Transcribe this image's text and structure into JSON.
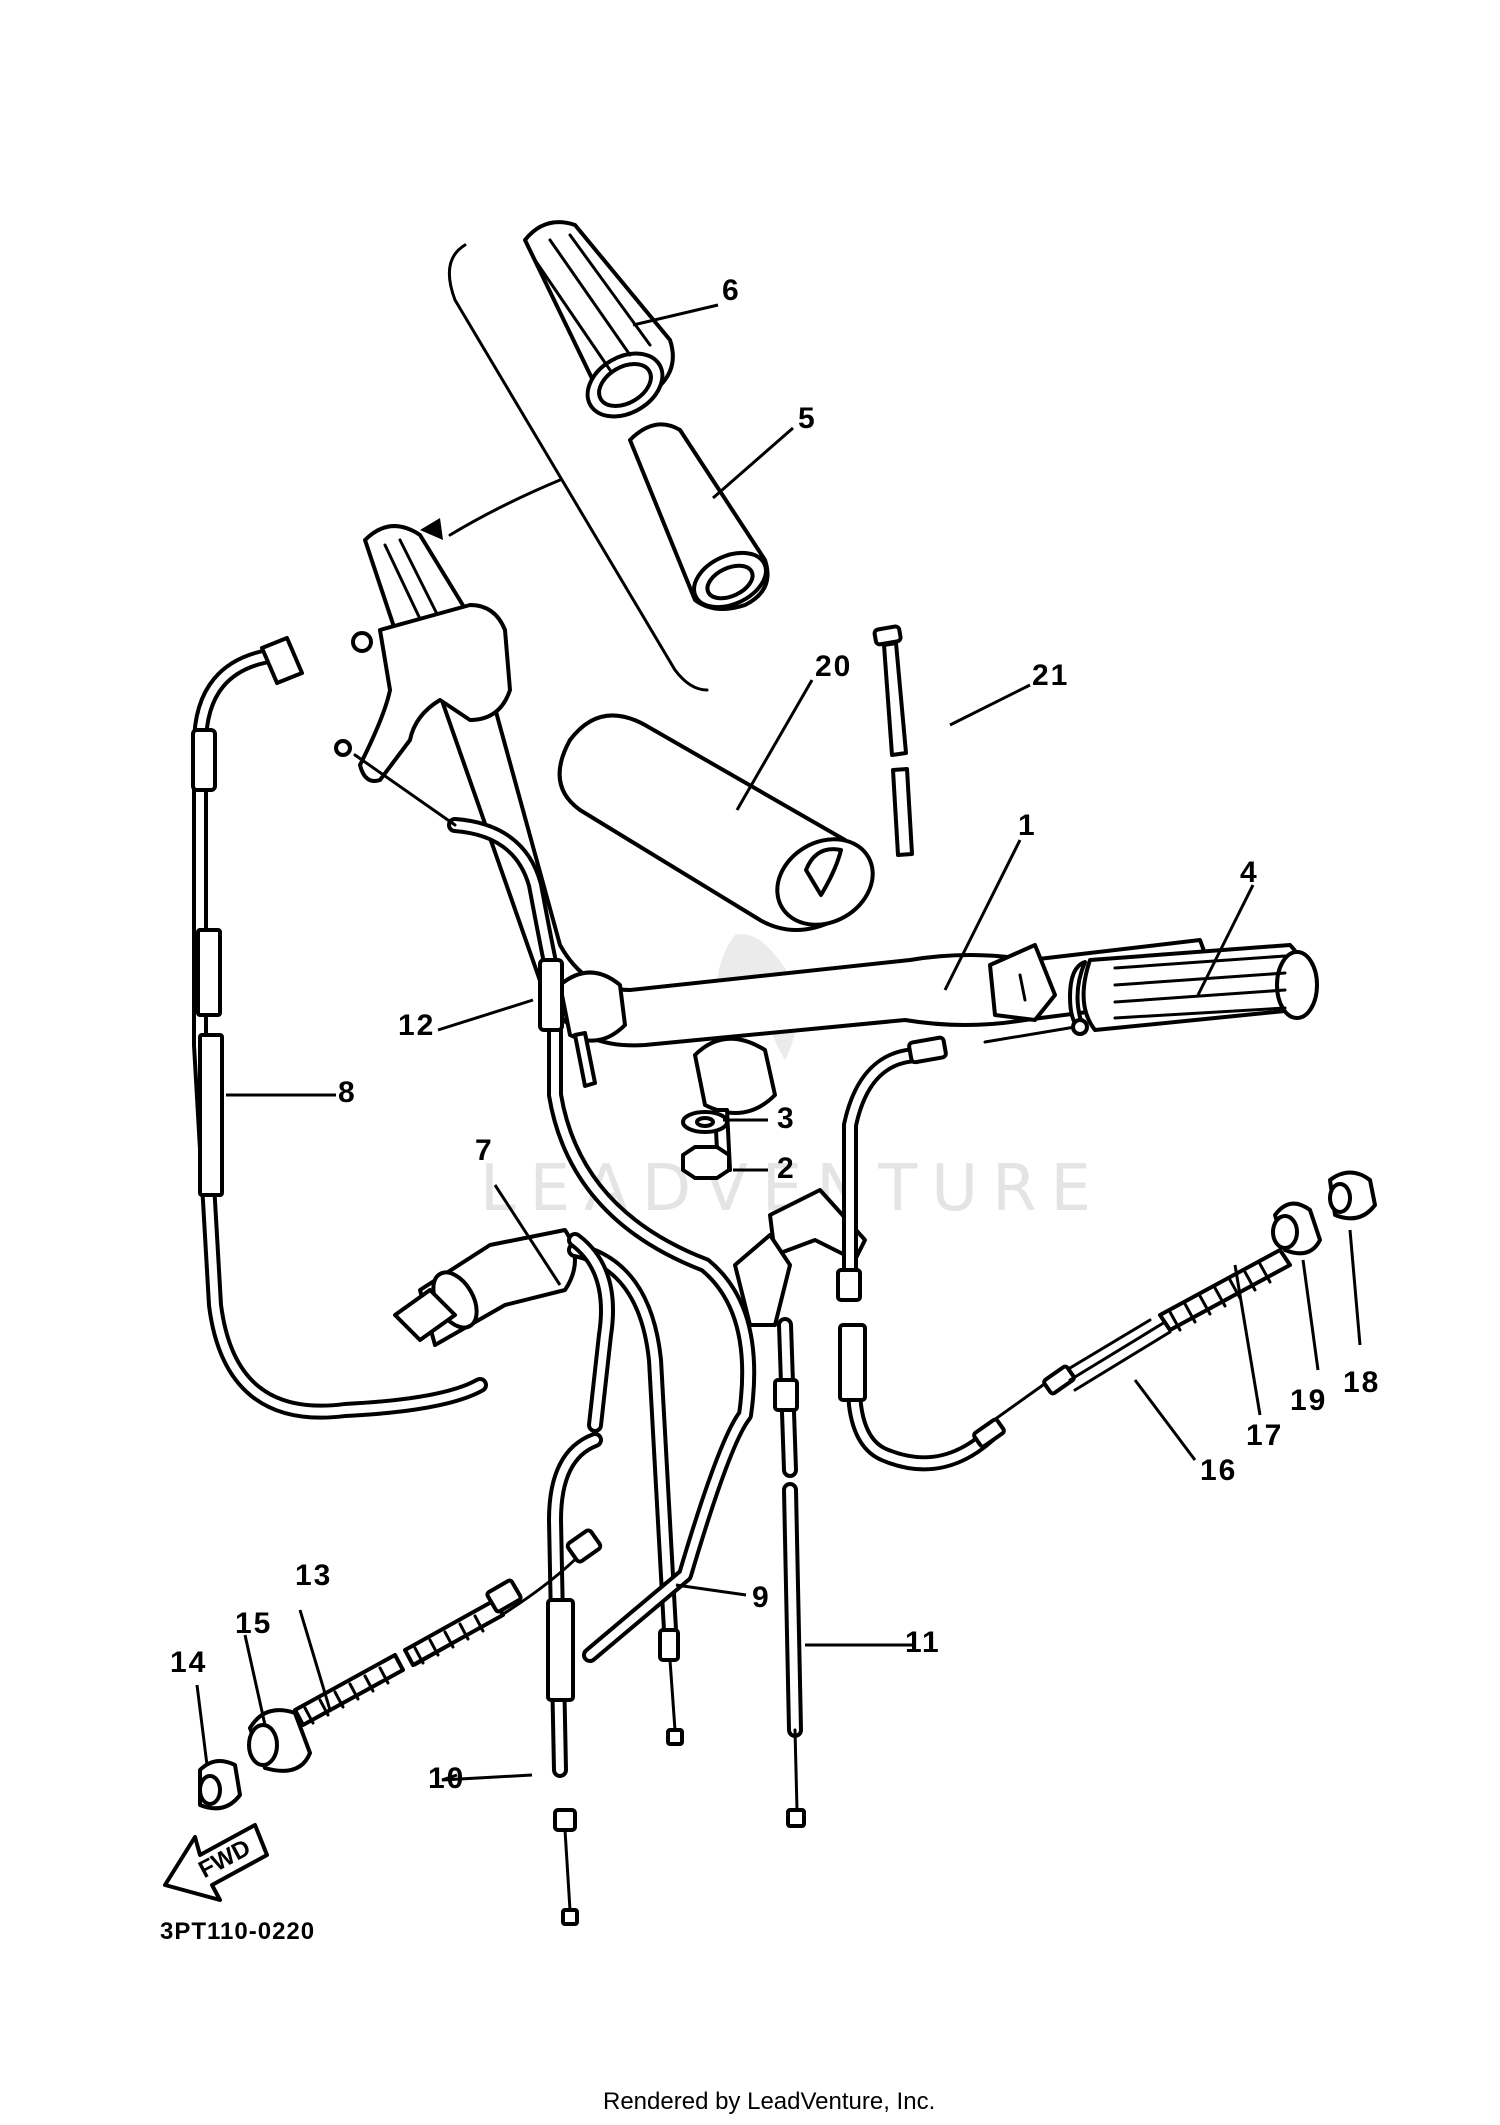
{
  "callouts": [
    {
      "id": "1",
      "label": "1"
    },
    {
      "id": "2",
      "label": "2"
    },
    {
      "id": "3",
      "label": "3"
    },
    {
      "id": "4",
      "label": "4"
    },
    {
      "id": "5",
      "label": "5"
    },
    {
      "id": "6",
      "label": "6"
    },
    {
      "id": "7",
      "label": "7"
    },
    {
      "id": "8",
      "label": "8"
    },
    {
      "id": "9",
      "label": "9"
    },
    {
      "id": "10",
      "label": "10"
    },
    {
      "id": "11",
      "label": "11"
    },
    {
      "id": "12",
      "label": "12"
    },
    {
      "id": "13",
      "label": "13"
    },
    {
      "id": "14",
      "label": "14"
    },
    {
      "id": "15",
      "label": "15"
    },
    {
      "id": "16",
      "label": "16"
    },
    {
      "id": "17",
      "label": "17"
    },
    {
      "id": "18",
      "label": "18"
    },
    {
      "id": "19",
      "label": "19"
    },
    {
      "id": "20",
      "label": "20"
    },
    {
      "id": "21",
      "label": "21"
    }
  ],
  "fwd_label": "FWD",
  "diagram_code": "3PT110-0220",
  "watermark": "LEADVENTURE",
  "footer": "Rendered by LeadVenture, Inc."
}
